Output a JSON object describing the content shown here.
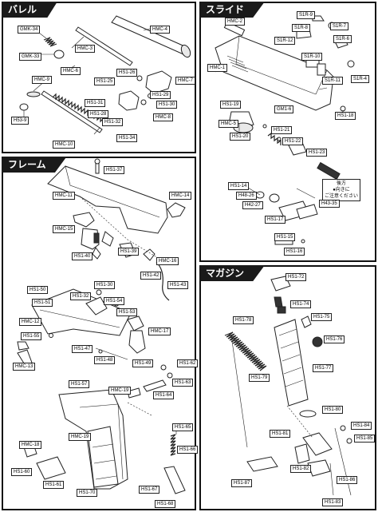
{
  "sections": {
    "barrel": {
      "title": "バレル"
    },
    "slide": {
      "title": "スライド"
    },
    "frame": {
      "title": "フレーム"
    },
    "magazine": {
      "title": "マガジン"
    }
  },
  "labels": {
    "b_gmk34": "GMK-34",
    "b_gmk33": "GMK-33",
    "b_hmc9": "HMC-9",
    "b_h539": "H53-9",
    "b_hmc10": "HMC-10",
    "b_hmc3": "HMC-3",
    "b_hmc6": "HMC-6",
    "b_hmc4": "HMC-4",
    "b_hs125": "HS1-25",
    "b_hs126": "HS1-26",
    "b_hmc7": "HMC-7",
    "b_hs131": "HS1-31",
    "b_hs128": "HS1-28",
    "b_hs129": "HS1-29",
    "b_hs130": "HS1-30",
    "b_hs132": "HS1-32",
    "b_hmc8": "HMC-8",
    "b_hs134": "HS1-34",
    "s_hmc2": "HMC-2",
    "s_s1r9": "S1R-9",
    "s_s1r8": "S1R-8",
    "s_s1r7": "S1R-7",
    "s_s1r12": "S1R-12",
    "s_s1r6": "S1R-6",
    "s_hmc1": "HMC-1",
    "s_s1r10": "S1R-10",
    "s_s1r4": "S1R-4",
    "s_s1r11": "S1R-11",
    "s_hs119": "HS1-19",
    "s_gm16": "GM1-6",
    "s_hs118": "HS1-18",
    "s_hmc5": "HMC-5",
    "s_hs120": "HS1-20",
    "s_hs121": "HS1-21",
    "s_hs122": "HS1-22",
    "s_hs123": "HS1-23",
    "s_hs114": "HS1-14",
    "s_h4826": "H48-26",
    "s_h4227": "H42-27",
    "s_h4335": "H43-35",
    "s_hs117": "HS1-17",
    "s_hs115": "HS1-15",
    "s_hs116": "HS1-16",
    "s_note_arrow": "後方",
    "s_note1": "●向きに",
    "s_note2": "ご注意ください",
    "f_hs137": "HS1-37",
    "f_hmc11": "HMC-11",
    "f_hmc14": "HMC-14",
    "f_hmc15": "HMC-15",
    "f_hs140": "HS1-40",
    "f_hs139": "HS1-39",
    "f_hmc16": "HMC-16",
    "f_hs142": "HS1-42",
    "f_hs143": "HS1-43",
    "f_hs150": "HS1-50",
    "f_hs132": "HS1-32",
    "f_hs130": "HS1-30",
    "f_hs151": "HS1-51",
    "f_hs154": "HS1-54",
    "f_hmc12": "HMC-12",
    "f_hs153": "HS1-53",
    "f_hs155": "HS1-55",
    "f_hmc17": "HMC-17",
    "f_hs147": "HS1-47",
    "f_hmc13": "HMC-13",
    "f_hs148": "HS1-48",
    "f_hs149": "HS1-49",
    "f_hs162": "HS1-62",
    "f_hs163": "HS1-63",
    "f_hs157": "HS1-57",
    "f_hmc19": "HMC-19",
    "f_hs164": "HS1-64",
    "f_hmc18": "HMC-18",
    "f_hmc19b": "HMC-19",
    "f_hs165": "HS1-65",
    "f_hs160": "HS1-60",
    "f_hs166": "HS1-66",
    "f_hs161": "HS1-61",
    "f_hs170": "HS1-70",
    "f_hs167": "HS1-67",
    "f_hs168": "HS1-68",
    "m_hs172": "HS1-72",
    "m_hs178": "HS1-78",
    "m_hs174": "HS1-74",
    "m_hs175": "HS1-75",
    "m_hs176": "HS1-76",
    "m_hs177": "HS1-77",
    "m_hs179": "HS1-79",
    "m_hs180": "HS1-80",
    "m_hs181": "HS1-81",
    "m_hs184": "HS1-84",
    "m_hs185": "HS1-85",
    "m_hs182": "HS1-82",
    "m_hs186": "HS1-86",
    "m_hs187": "HS1-87",
    "m_hs183": "HS1-83"
  }
}
